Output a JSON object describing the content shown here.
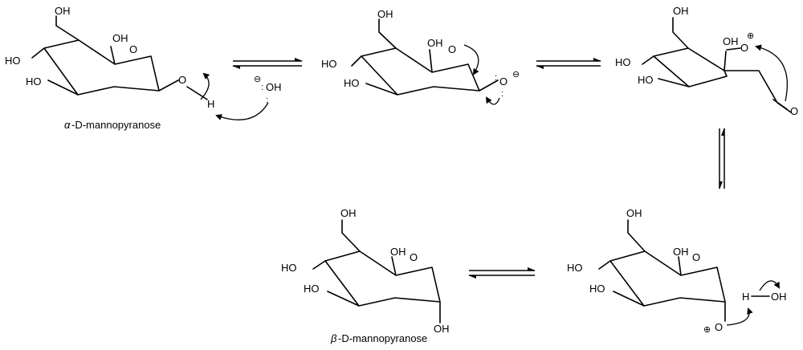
{
  "labels": {
    "OH": "OH",
    "HO": "HO",
    "O": "O",
    "H": "H"
  },
  "symbols": {
    "minus": "⊖",
    "plus": "⊕",
    "lone_pair": ":"
  },
  "captions": {
    "alpha_prefix": "α",
    "alpha_name": "-D-mannopyranose",
    "beta_prefix": "β",
    "beta_name": "-D-mannopyranose"
  }
}
